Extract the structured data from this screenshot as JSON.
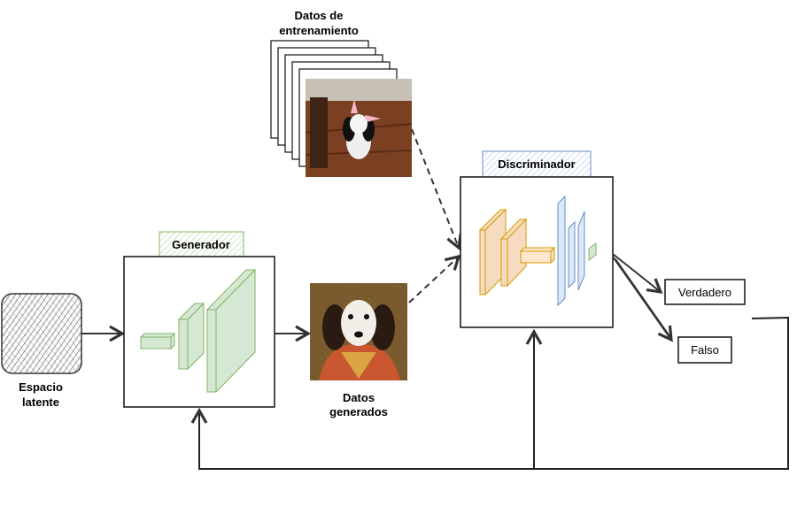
{
  "title": "GAN architecture",
  "latent": {
    "line1": "Espacio",
    "line2": "latente"
  },
  "generator": {
    "label": "Generador"
  },
  "generated": {
    "line1": "Datos",
    "line2": "generados"
  },
  "training": {
    "line1": "Datos de",
    "line2": "entrenamiento"
  },
  "discriminator": {
    "label": "Discriminador"
  },
  "outputs": {
    "real": "Verdadero",
    "fake": "Falso"
  },
  "colors": {
    "generator_green": "#82b366",
    "generator_fill": "#d5e8d4",
    "disc_blue": "#6c8ebf",
    "disc_fill": "#dae8fc",
    "conv_orange": "#d79b00",
    "conv_fill": "#f5dcc1"
  }
}
